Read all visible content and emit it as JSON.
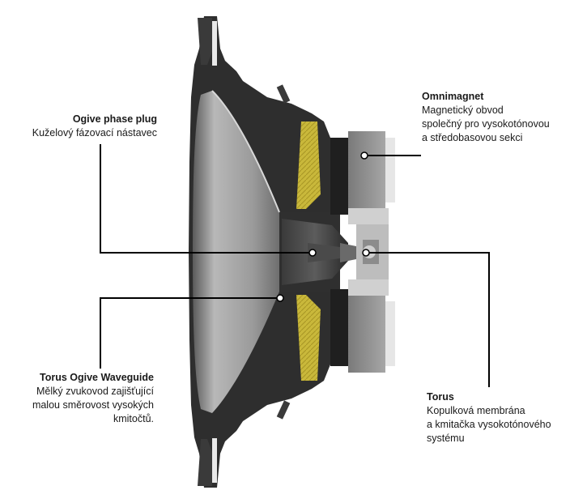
{
  "labels": {
    "phase_plug": {
      "title": "Ogive phase plug",
      "desc": "Kuželový fázovací nástavec"
    },
    "omnimagnet": {
      "title": "Omnimagnet",
      "desc": "Magnetický obvod\nspolečný pro vysokotónovou\na středobasovou sekci"
    },
    "waveguide": {
      "title": "Torus Ogive Waveguide",
      "desc": "Mělký zvukovod zajišťující\nmalou směrovost vysokých\nkmitočtů."
    },
    "torus": {
      "title": "Torus",
      "desc": "Kopulková membrána\na kmitačka vysokotónového\nsystému"
    }
  },
  "colors": {
    "frame": "#2b2b2b",
    "cone_inner": "#a8a8a8",
    "yellow_spider": "#c8b93a",
    "magnet_grey": "#8a8a8a",
    "leader_line": "#000000"
  }
}
